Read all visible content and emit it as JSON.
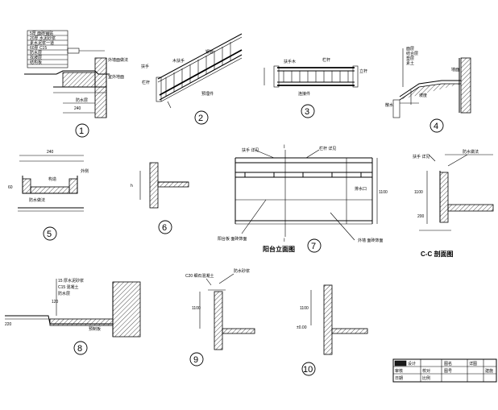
{
  "details": [
    {
      "id": "d1",
      "number": "1"
    },
    {
      "id": "d2",
      "number": "2"
    },
    {
      "id": "d3",
      "number": "3"
    },
    {
      "id": "d4",
      "number": "4"
    },
    {
      "id": "d5",
      "number": "5"
    },
    {
      "id": "d6",
      "number": "6"
    },
    {
      "id": "d7",
      "number": "7"
    },
    {
      "id": "d8",
      "number": "8"
    },
    {
      "id": "d9",
      "number": "9"
    },
    {
      "id": "d10",
      "number": "10"
    }
  ],
  "captions": {
    "balcony_elevation": "阳台立面图",
    "section_cc": "C-C 剖面图",
    "cut_mark": "I"
  },
  "dims": {
    "d5_width": "240",
    "d1_width": "240",
    "d7_height": "1100"
  }
}
